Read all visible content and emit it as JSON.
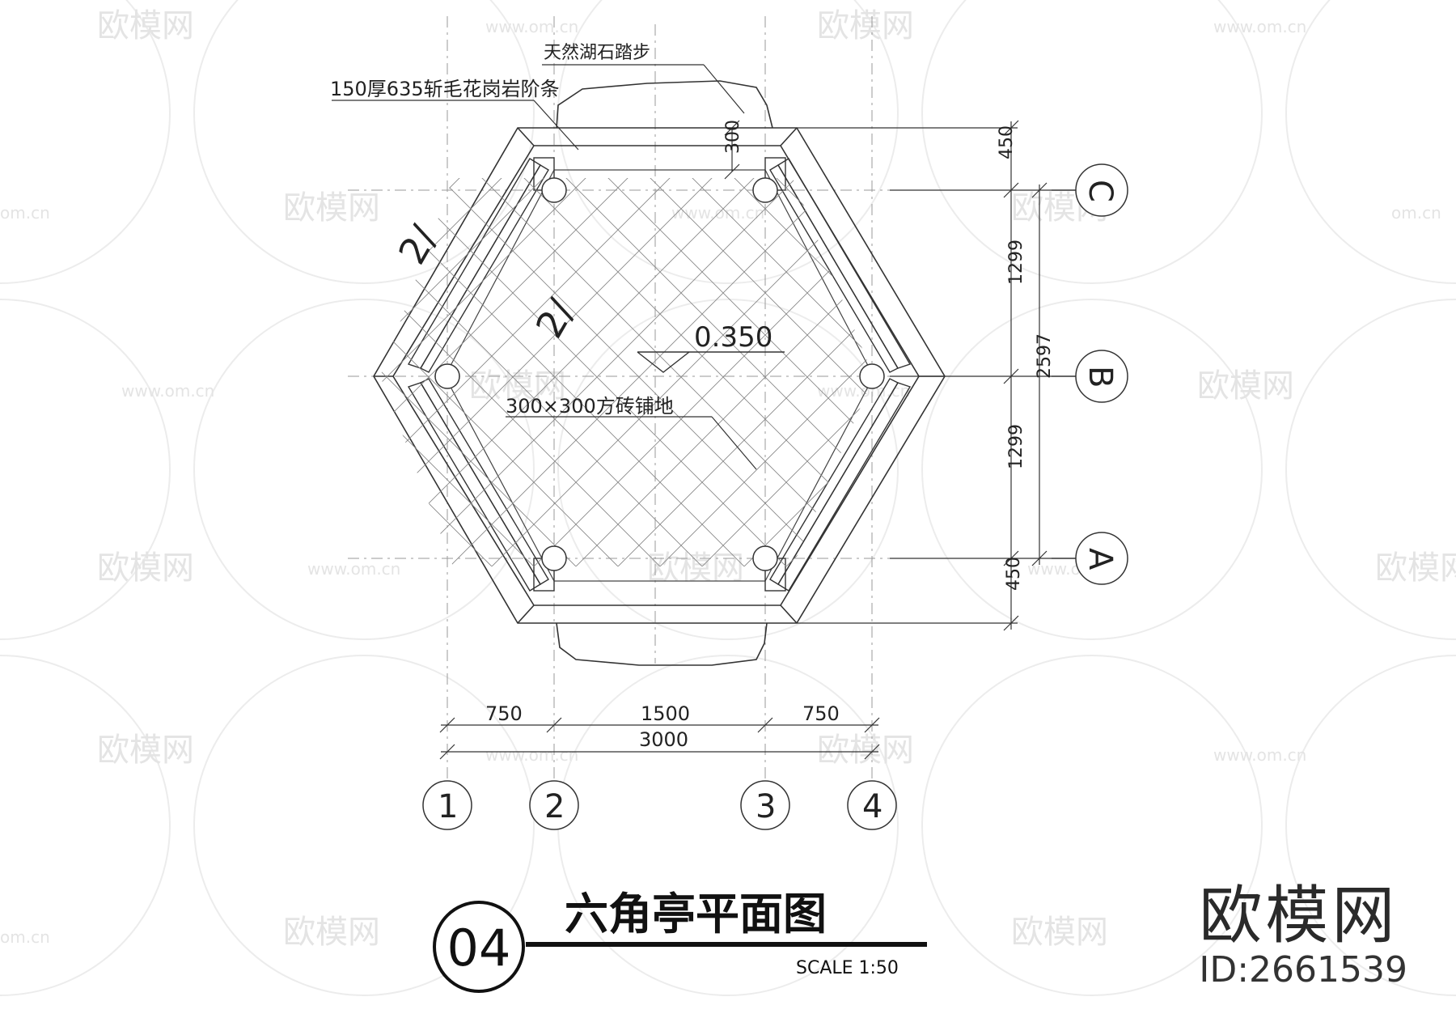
{
  "title": {
    "number": "04",
    "text": "六角亭平面图",
    "scale": "SCALE 1:50"
  },
  "annotations": {
    "natural_stone_step": "天然湖石踏步",
    "granite_step": "150厚635斩毛花岗岩阶条",
    "floor_tile": "300×300方砖铺地",
    "elevation": "0.350",
    "section_mark_1": "2/",
    "section_mark_2": "2/",
    "step_dim": "300"
  },
  "dimensions": {
    "bottom": [
      "750",
      "1500",
      "750"
    ],
    "bottom_total": "3000",
    "right": [
      "450",
      "1299",
      "1299",
      "450"
    ],
    "right_total": "2597"
  },
  "axes": {
    "columns": [
      "1",
      "2",
      "3",
      "4"
    ],
    "rows": [
      "C",
      "B",
      "A"
    ]
  },
  "watermark": {
    "brand": "欧模网",
    "url": "www.om.cn",
    "short_url": "om.cn",
    "id": "ID:2661539"
  }
}
